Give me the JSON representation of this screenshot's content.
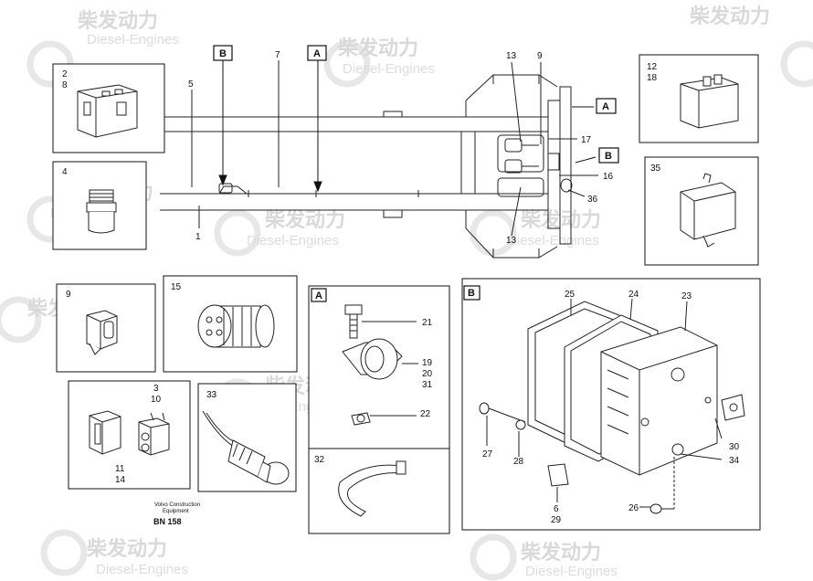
{
  "watermark": {
    "brand": "柴发动力",
    "sub": "Diesel-Engines"
  },
  "main": {
    "callout_a": "A",
    "callout_b": "B",
    "labels": {
      "l5": "5",
      "l7": "7",
      "l1": "1",
      "l13a": "13",
      "l9": "9",
      "l13b": "13",
      "l17": "17",
      "l16": "16",
      "l36": "36"
    }
  },
  "boxes": {
    "b2": {
      "l1": "2",
      "l2": "8"
    },
    "b4": {
      "l1": "4"
    },
    "b12": {
      "l1": "12",
      "l2": "18"
    },
    "b35": {
      "l1": "35"
    },
    "b9": {
      "l1": "9"
    },
    "b15": {
      "l1": "15"
    },
    "b3": {
      "l1": "3",
      "l2": "10",
      "l3": "11",
      "l4": "14"
    },
    "b33": {
      "l1": "33"
    },
    "bA": {
      "tag": "A",
      "l21": "21",
      "l19": "19",
      "l20": "20",
      "l31": "31",
      "l22": "22"
    },
    "b32": {
      "l1": "32"
    },
    "bB": {
      "tag": "B",
      "l25": "25",
      "l24": "24",
      "l23": "23",
      "l27": "27",
      "l28": "28",
      "l6": "6",
      "l29": "29",
      "l26": "26",
      "l30": "30",
      "l34": "34"
    }
  },
  "footer": {
    "line1": "Volvo Construction",
    "line2": "Equipment",
    "code": "BN 158"
  }
}
